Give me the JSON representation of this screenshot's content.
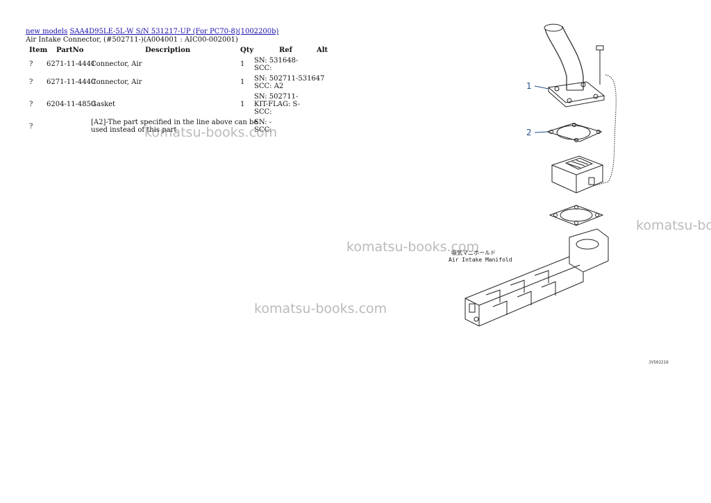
{
  "breadcrumb": {
    "link1": "new models",
    "link2": "SAA4D95LE-5L-W S/N 531217-UP (For PC70-8)(1002200b)"
  },
  "subtitle": "Air Intake Connector, (#502711-)(A004001 : AIC00-002001)",
  "headers": {
    "item": "Item",
    "partno": "PartNo",
    "description": "Description",
    "qty": "Qty",
    "ref": "Ref",
    "alt": "Alt"
  },
  "rows": [
    {
      "item": "?",
      "partno": "6271-11-4441",
      "description": "Connector, Air",
      "qty": "1",
      "ref_line1": "SN: 531648-",
      "ref_line2": "SCC:"
    },
    {
      "item": "?",
      "partno": "6271-11-4440",
      "description": "Connector, Air",
      "qty": "1",
      "ref_line1": "SN: 502711-531647",
      "ref_line2": "SCC: A2"
    },
    {
      "item": "?",
      "partno": "6204-11-4850",
      "description": "Gasket",
      "qty": "1",
      "ref_line1": "SN: 502711-",
      "ref_line2": "KIT-FLAG: S-",
      "ref_line3": "SCC:"
    },
    {
      "item": "?",
      "partno": "",
      "description_line1": "[A2]-The part specified in the line above can be",
      "description_line2": "used instead of this part",
      "qty": "",
      "ref_line1": "SN: -",
      "ref_line2": "SCC:"
    }
  ],
  "watermark": "komatsu-books.com",
  "diagram": {
    "callout1": "1",
    "callout2": "2",
    "manifold_jp": "吸気マニホールド",
    "manifold_en": "Air Intake Manifold",
    "code": "JV502216"
  },
  "colors": {
    "link": "#1a0dab",
    "callout": "#1f4e8c"
  }
}
